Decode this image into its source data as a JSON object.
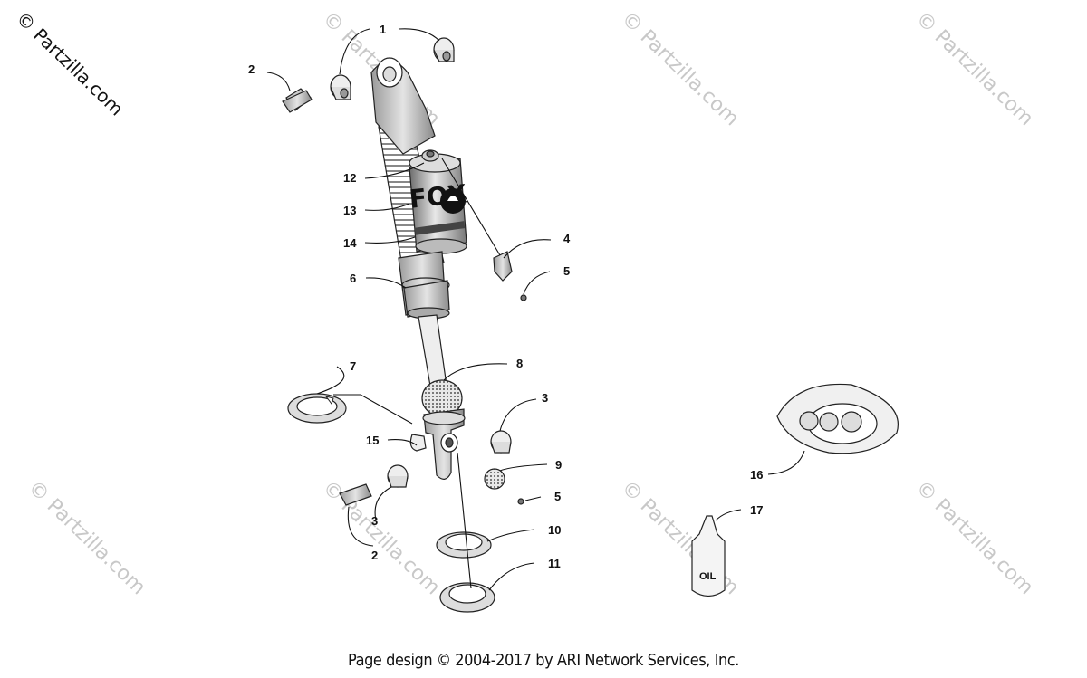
{
  "brand_watermark": "© Partzilla.com",
  "watermark_text": "© Partzilla.com",
  "footer": "Page design © 2004-2017 by ARI Network Services, Inc.",
  "fox_logo": "FOX",
  "oil_label": "OIL",
  "callouts": {
    "c1": "1",
    "c2a": "2",
    "c2b": "2",
    "c3a": "3",
    "c3b": "3",
    "c4": "4",
    "c5a": "5",
    "c5b": "5",
    "c6": "6",
    "c7": "7",
    "c8": "8",
    "c9": "9",
    "c10": "10",
    "c11": "11",
    "c12": "12",
    "c13": "13",
    "c14": "14",
    "c15": "15",
    "c16": "16",
    "c17": "17"
  }
}
